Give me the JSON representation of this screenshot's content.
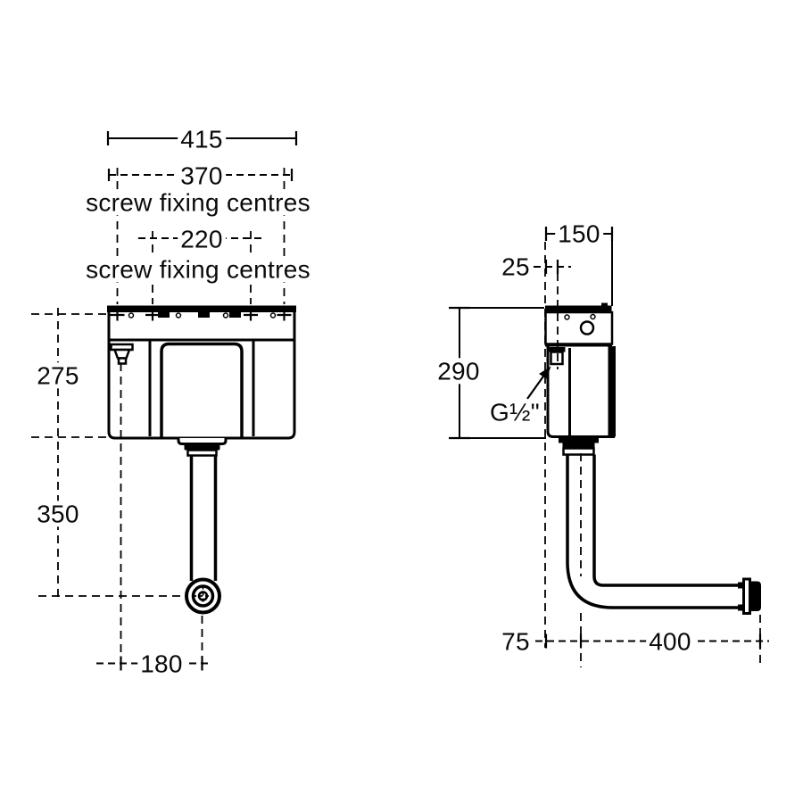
{
  "colors": {
    "line": "#000000",
    "background": "#ffffff"
  },
  "front_view": {
    "overall_width": "415",
    "screw_centres_outer": "370",
    "screw_fixing_label_outer": "screw fixing centres",
    "screw_centres_inner": "220",
    "screw_fixing_label_inner": "screw fixing centres",
    "body_height": "275",
    "outlet_drop": "350",
    "outlet_offset": "180"
  },
  "side_view": {
    "depth": "150",
    "inlet_setback": "25",
    "body_height": "290",
    "inlet_thread": "G½\"",
    "wall_to_pipe_centre": "75",
    "pipe_run": "400"
  }
}
